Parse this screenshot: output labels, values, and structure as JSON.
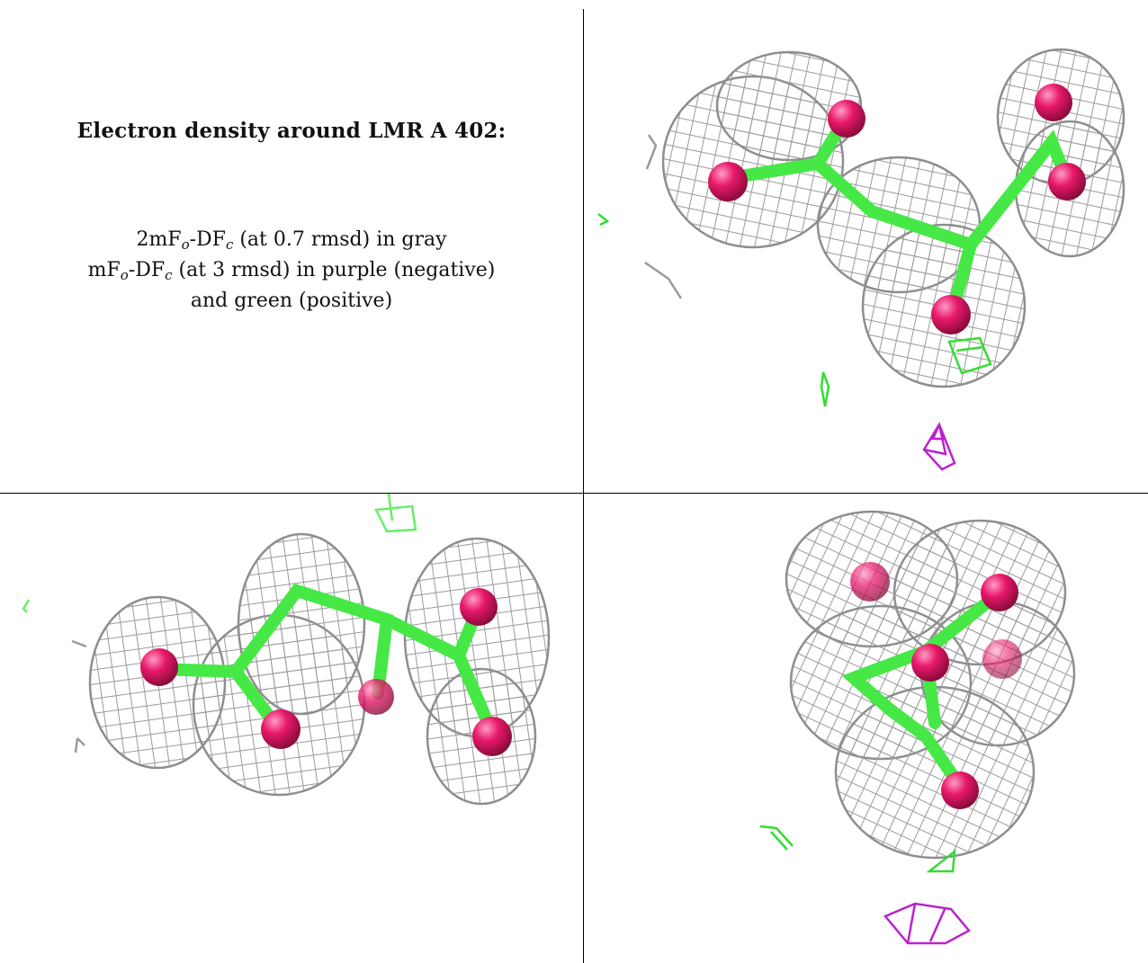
{
  "caption": {
    "title": "Electron density around LMR A 402:",
    "line1": {
      "pre": "2mF",
      "sub1": "o",
      "mid": "-DF",
      "sub2": "c",
      "post": " (at 0.7 rmsd) in gray"
    },
    "line2": {
      "pre": "mF",
      "sub1": "o",
      "mid": "-DF",
      "sub2": "c",
      "post": " (at 3 rmsd) in purple (negative)"
    },
    "line3": "and green (positive)"
  },
  "colors": {
    "mesh": "#9a9a9a",
    "bond": "#46e846",
    "atom": "#e8186a",
    "positive": "#33dd33",
    "negative": "#bb22cc",
    "border": "#000000"
  }
}
